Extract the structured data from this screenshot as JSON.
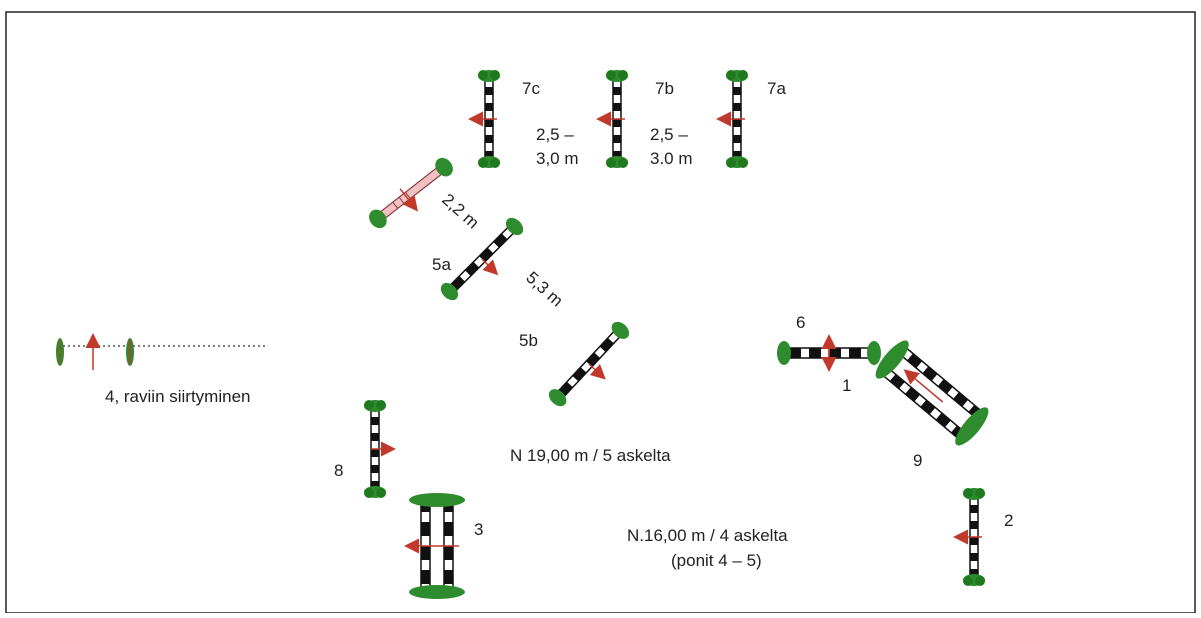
{
  "course": {
    "labels": {
      "obstacle_7c": "7c",
      "obstacle_7b": "7b",
      "obstacle_7a": "7a",
      "obstacle_5a": "5a",
      "obstacle_5b": "5b",
      "obstacle_6": "6",
      "obstacle_1": "1",
      "obstacle_9": "9",
      "obstacle_8": "8",
      "obstacle_3": "3",
      "obstacle_2": "2"
    },
    "distances": {
      "d_7c_7b_line1": "2,5 –",
      "d_7c_7b_line2": "3,0 m",
      "d_7b_7a_line1": "2,5 –",
      "d_7b_7a_line2": "3.0 m",
      "d_pole_5a": "2,2 m",
      "d_5a_5b": "5,3 m"
    },
    "notes": {
      "trot_transition": "4, raviin siirtyminen",
      "line_19": "N 19,00 m / 5 askelta",
      "line_16": "N.16,00 m / 4 askelta",
      "line_16_sub": "(ponit 4 – 5)"
    }
  },
  "colors": {
    "pole_dark": "#111111",
    "pole_light": "#ffffff",
    "standard_green": "#2e8b2e",
    "arrow_red": "#c0392b",
    "trot_pole_fill": "#f3c1c1",
    "frame": "#222222"
  }
}
